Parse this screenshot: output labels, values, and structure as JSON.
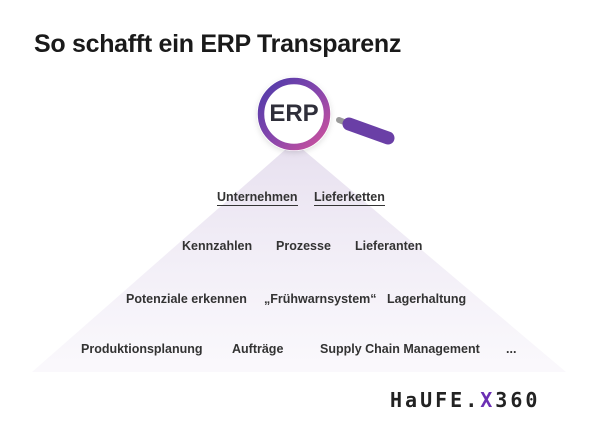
{
  "title": "So schafft ein ERP Transparenz",
  "center": {
    "label": "ERP"
  },
  "rows": [
    [
      "Unternehmen",
      "Lieferketten"
    ],
    [
      "Kennzahlen",
      "Prozesse",
      "Lieferanten"
    ],
    [
      "Potenziale erkennen",
      "„Frühwarnsystem“",
      "Lagerhaltung"
    ],
    [
      "Produktionsplanung",
      "Aufträge",
      "Supply Chain Management",
      "..."
    ]
  ],
  "brand": {
    "main": "HaUFE.",
    "accent": "X",
    "suffix": "360"
  },
  "colors": {
    "ring_start": "#5b3fb0",
    "ring_end": "#c64ea0",
    "handle": "#6a3fa6",
    "pyramid": "#ece7f2"
  }
}
